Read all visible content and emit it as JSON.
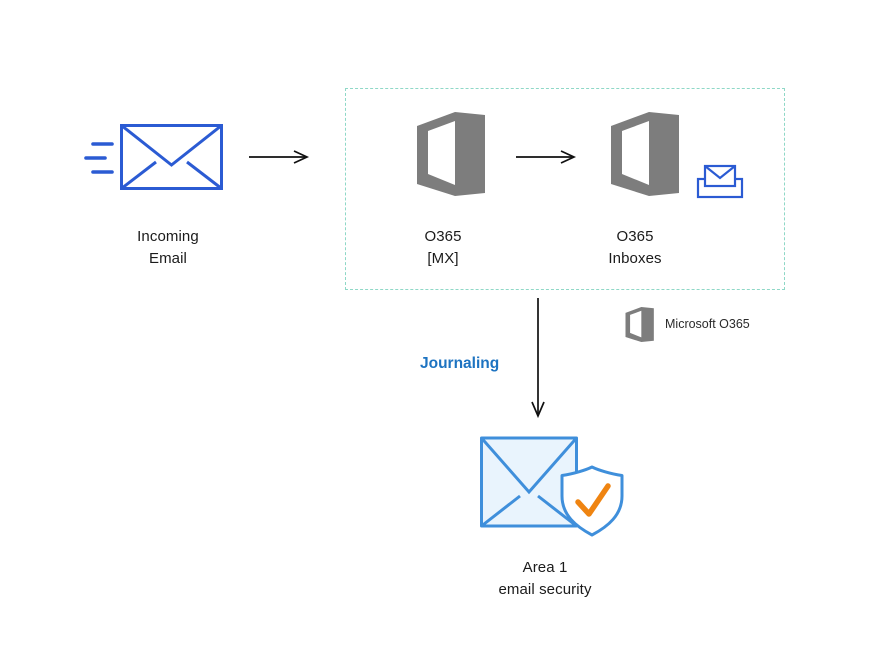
{
  "diagram": {
    "incoming": {
      "line1": "Incoming",
      "line2": "Email"
    },
    "o365_mx": {
      "line1": "O365",
      "line2": "[MX]"
    },
    "o365_inboxes": {
      "line1": "O365",
      "line2": "Inboxes"
    },
    "legend_label": "Microsoft O365",
    "journaling_label": "Journaling",
    "area1": {
      "line1": "Area 1",
      "line2": "email security"
    }
  },
  "colors": {
    "envelope_blue": "#2b5bd3",
    "area1_blue": "#3f8fdb",
    "area1_fill": "#e9f4fd",
    "check_orange": "#ef8411",
    "office_gray": "#7d7d7d",
    "box_teal": "#8fd8c7",
    "journaling_blue": "#1d73c1",
    "arrow_color": "#111111",
    "label_color": "#1b1b1b"
  }
}
